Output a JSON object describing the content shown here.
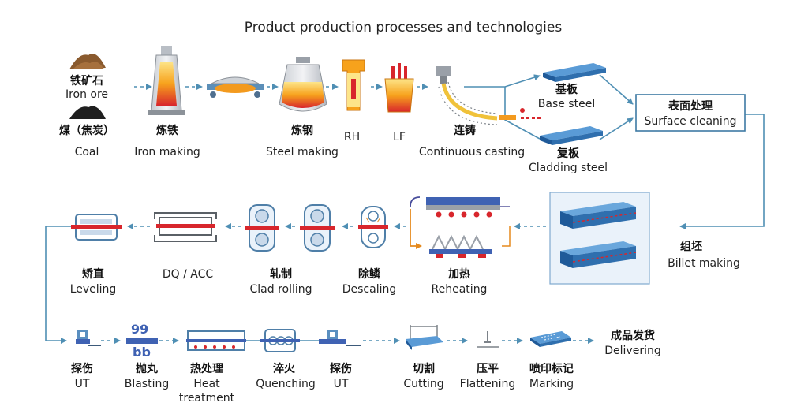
{
  "title": "Product production processes and technologies",
  "row1": {
    "iron_ore": {
      "zh": "铁矿石",
      "en": "Iron ore"
    },
    "coal": {
      "zh": "煤（焦炭）",
      "en": "Coal"
    },
    "iron_making": {
      "zh": "炼铁",
      "en": "Iron making"
    },
    "steel_making": {
      "zh": "炼钢",
      "en": "Steel making"
    },
    "rh": {
      "en": "RH"
    },
    "lf": {
      "en": "LF"
    },
    "continuous_casting": {
      "zh": "连铸",
      "en": "Continuous casting"
    },
    "base_steel": {
      "zh": "基板",
      "en": "Base steel"
    },
    "cladding_steel": {
      "zh": "复板",
      "en": "Cladding steel"
    },
    "surface_cleaning": {
      "zh": "表面处理",
      "en": "Surface cleaning"
    }
  },
  "row2": {
    "billet_making": {
      "zh": "组坯",
      "en": "Billet making"
    },
    "reheating": {
      "zh": "加热",
      "en": "Reheating"
    },
    "descaling": {
      "zh": "除鳞",
      "en": "Descaling"
    },
    "clad_rolling": {
      "zh": "轧制",
      "en": "Clad rolling"
    },
    "dq_acc": {
      "en": "DQ / ACC"
    },
    "leveling": {
      "zh": "矫直",
      "en": "Leveling"
    }
  },
  "row3": {
    "ut1": {
      "zh": "探伤",
      "en": "UT"
    },
    "blasting": {
      "zh": "抛丸",
      "en": "Blasting"
    },
    "heat_treatment": {
      "zh": "热处理",
      "en1": "Heat",
      "en2": "treatment"
    },
    "quenching": {
      "zh": "淬火",
      "en": "Quenching"
    },
    "ut2": {
      "zh": "探伤",
      "en": "UT"
    },
    "cutting": {
      "zh": "切割",
      "en": "Cutting"
    },
    "flattening": {
      "zh": "压平",
      "en": "Flattening"
    },
    "marking": {
      "zh": "喷印标记",
      "en": "Marking"
    },
    "delivering": {
      "zh": "成品发货",
      "en": "Delivering"
    }
  },
  "colors": {
    "flow_line": "#4f8fb4",
    "plate_blue": "#2f6fae",
    "molten": "#f39a1e",
    "heat_red": "#d8262c"
  }
}
